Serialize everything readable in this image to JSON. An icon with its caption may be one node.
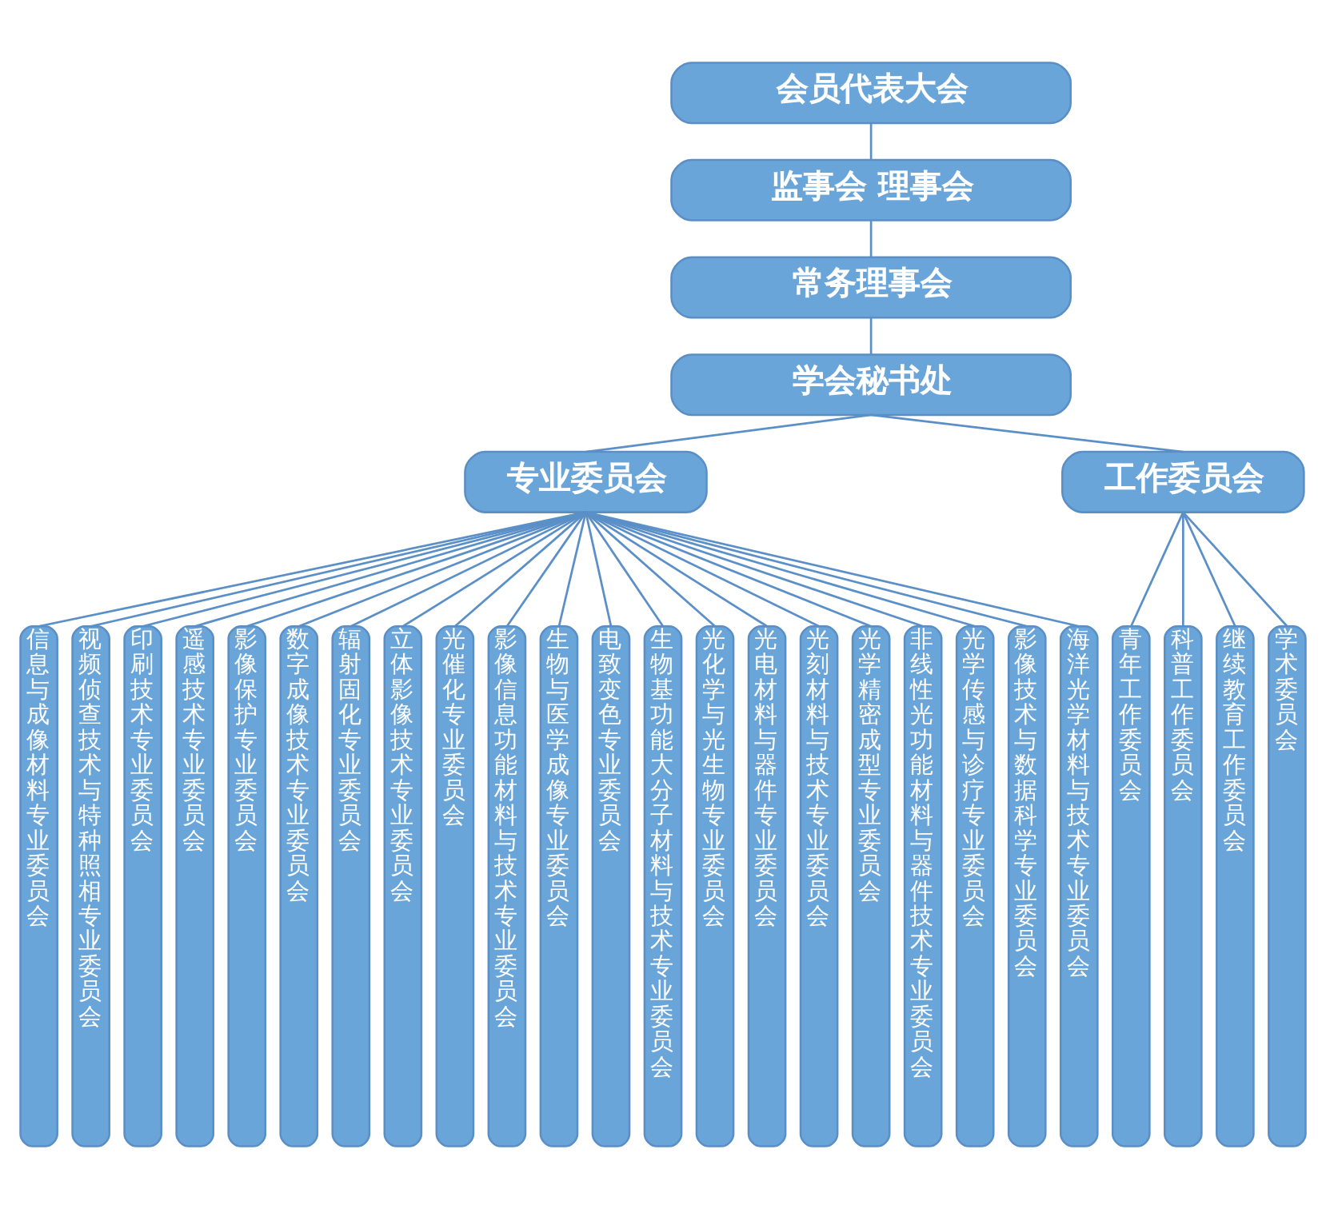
{
  "diagram": {
    "nodes": [
      {
        "text": [
          "会员代表大会"
        ]
      },
      {
        "text": [
          "监事会 理事会"
        ]
      },
      {
        "text": [
          "常务理事会"
        ]
      },
      {
        "text": [
          "学会秘书处"
        ]
      },
      {
        "text": [
          "专业委员会"
        ]
      },
      {
        "text": [
          "工作委员会"
        ]
      },
      {
        "text": [
          "信息与成像材料专业委员会"
        ]
      },
      {
        "text": [
          "视频侦查技术与特种照相专业委员会"
        ]
      },
      {
        "text": [
          "印刷技术专业委员会"
        ]
      },
      {
        "text": [
          "遥感技术专业委员会"
        ]
      },
      {
        "text": [
          "影像保护专业委员会"
        ]
      },
      {
        "text": [
          "数字成像技术专业委员会"
        ]
      },
      {
        "text": [
          "辐射固化专业委员会"
        ]
      },
      {
        "text": [
          "立体影像技术专业委员会"
        ]
      },
      {
        "text": [
          "光催化专业委员会"
        ]
      },
      {
        "text": [
          "影像信息功能材料与技术专业委员会"
        ]
      },
      {
        "text": [
          "生物与医学成像专业委员会"
        ]
      },
      {
        "text": [
          "电致变色专业委员会"
        ]
      },
      {
        "text": [
          "生物基功能大分子材料与技术专业委员会"
        ]
      },
      {
        "text": [
          "光化学与光生物专业委员会"
        ]
      },
      {
        "text": [
          "光电材料与器件专业委员会"
        ]
      },
      {
        "text": [
          "光刻材料与技术专业委员会"
        ]
      },
      {
        "text": [
          "光学精密成型专业委员会"
        ]
      },
      {
        "text": [
          "非线性光功能材料与器件技术专业委员会"
        ]
      },
      {
        "text": [
          "光学传感与诊疗专业委员会"
        ]
      },
      {
        "text": [
          "影像技术与数据科学专业委员会"
        ]
      },
      {
        "text": [
          "海洋光学材料与技术专业委员会"
        ]
      },
      {
        "text": [
          "青年工作委员会"
        ]
      },
      {
        "text": [
          "科普工作委员会"
        ]
      },
      {
        "text": [
          "继续教育工作委员会"
        ]
      },
      {
        "text": [
          "学术委员会"
        ]
      }
    ],
    "edges": [
      {
        "from": 0,
        "to": 1,
        "arrow": "none"
      },
      {
        "from": 1,
        "to": 2,
        "arrow": "none"
      },
      {
        "from": 2,
        "to": 3,
        "arrow": "none"
      },
      {
        "from": 3,
        "to": 4,
        "arrow": "none"
      },
      {
        "from": 3,
        "to": 5,
        "arrow": "none"
      },
      {
        "from": 4,
        "to": 6,
        "arrow": "none"
      },
      {
        "from": 4,
        "to": 7,
        "arrow": "none"
      },
      {
        "from": 4,
        "to": 8,
        "arrow": "none"
      },
      {
        "from": 4,
        "to": 9,
        "arrow": "none"
      },
      {
        "from": 4,
        "to": 10,
        "arrow": "none"
      },
      {
        "from": 4,
        "to": 11,
        "arrow": "none"
      },
      {
        "from": 4,
        "to": 12,
        "arrow": "none"
      },
      {
        "from": 4,
        "to": 13,
        "arrow": "none"
      },
      {
        "from": 4,
        "to": 14,
        "arrow": "none"
      },
      {
        "from": 4,
        "to": 15,
        "arrow": "none"
      },
      {
        "from": 4,
        "to": 16,
        "arrow": "none"
      },
      {
        "from": 4,
        "to": 17,
        "arrow": "none"
      },
      {
        "from": 4,
        "to": 18,
        "arrow": "none"
      },
      {
        "from": 4,
        "to": 19,
        "arrow": "none"
      },
      {
        "from": 4,
        "to": 20,
        "arrow": "none"
      },
      {
        "from": 4,
        "to": 21,
        "arrow": "none"
      },
      {
        "from": 4,
        "to": 22,
        "arrow": "none"
      },
      {
        "from": 4,
        "to": 23,
        "arrow": "none"
      },
      {
        "from": 4,
        "to": 24,
        "arrow": "none"
      },
      {
        "from": 4,
        "to": 25,
        "arrow": "none"
      },
      {
        "from": 4,
        "to": 26,
        "arrow": "none"
      },
      {
        "from": 5,
        "to": 27,
        "arrow": "none"
      },
      {
        "from": 5,
        "to": 28,
        "arrow": "none"
      },
      {
        "from": 5,
        "to": 29,
        "arrow": "none"
      },
      {
        "from": 5,
        "to": 30,
        "arrow": "none"
      }
    ]
  }
}
